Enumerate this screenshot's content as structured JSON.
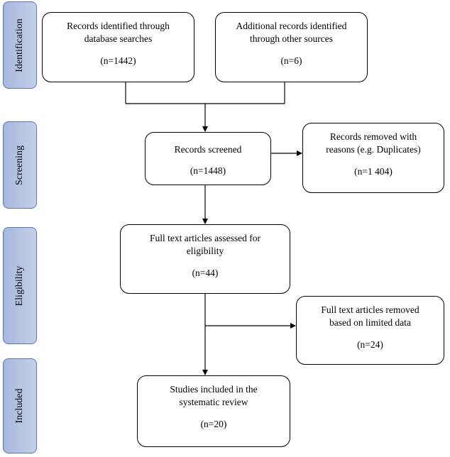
{
  "phases": {
    "identification": "Identification",
    "screening": "Screening",
    "eligibility": "Eligibility",
    "included": "Included"
  },
  "boxes": {
    "database": {
      "line1": "Records identified through",
      "line2": "database searches",
      "count": "(n=1442)"
    },
    "other": {
      "line1": "Additional records identified",
      "line2": "through other sources",
      "count": "(n=6)"
    },
    "screened": {
      "line1": "Records screened",
      "count": "(n=1448)"
    },
    "removed_duplicates": {
      "line1": "Records removed with",
      "line2": "reasons (e.g. Duplicates)",
      "count": "(n=1 404)"
    },
    "full_text": {
      "line1": "Full text articles assessed for",
      "line2": "eligibility",
      "count": "(n=44)"
    },
    "removed_limited": {
      "line1": "Full text articles removed",
      "line2": "based on limited data",
      "count": "(n=24)"
    },
    "included": {
      "line1": "Studies included in the",
      "line2": "systematic review",
      "count": "(n=20)"
    }
  },
  "colors": {
    "phase_fill": "#b3c1e1",
    "phase_border": "#5b76ad",
    "box_border": "#000000",
    "connector": "#000000"
  }
}
